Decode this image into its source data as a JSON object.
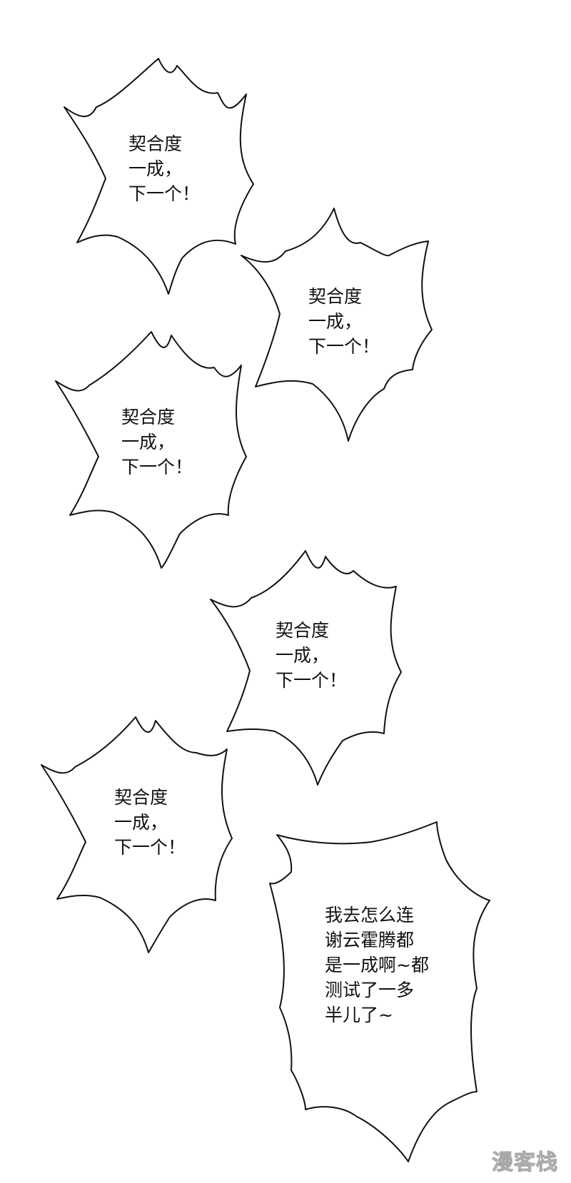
{
  "bubbles": [
    {
      "lines": [
        "契合度",
        "一成，",
        "下一个！"
      ]
    },
    {
      "lines": [
        "契合度",
        "一成，",
        "下一个！"
      ]
    },
    {
      "lines": [
        "契合度",
        "一成，",
        "下一个！"
      ]
    },
    {
      "lines": [
        "契合度",
        "一成，",
        "下一个！"
      ]
    },
    {
      "lines": [
        "契合度",
        "一成，",
        "下一个！"
      ]
    },
    {
      "lines": [
        "我去怎么连",
        "谢云霍腾都",
        "是一成啊~都",
        "测试了一多",
        "半儿了~"
      ]
    }
  ],
  "watermark": {
    "text": "漫客栈"
  }
}
